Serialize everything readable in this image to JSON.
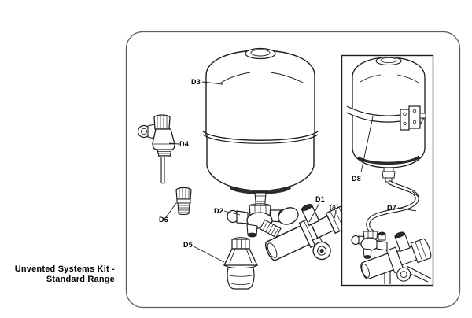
{
  "caption": {
    "line1": "Unvented Systems Kit -",
    "line2": "Standard Range"
  },
  "part_labels": {
    "d1": "D1",
    "d2": "D2",
    "d3": "D3",
    "d4": "D4",
    "d5": "D5",
    "d6": "D6",
    "d7": "D7",
    "d8": "D8",
    "a": "(a)"
  },
  "colors": {
    "background": "#ffffff",
    "line_art": "#1c1c1c",
    "outer_border": "#5a5a5a",
    "dark_accent": "#2a2a2a",
    "label_text": "#000000"
  }
}
